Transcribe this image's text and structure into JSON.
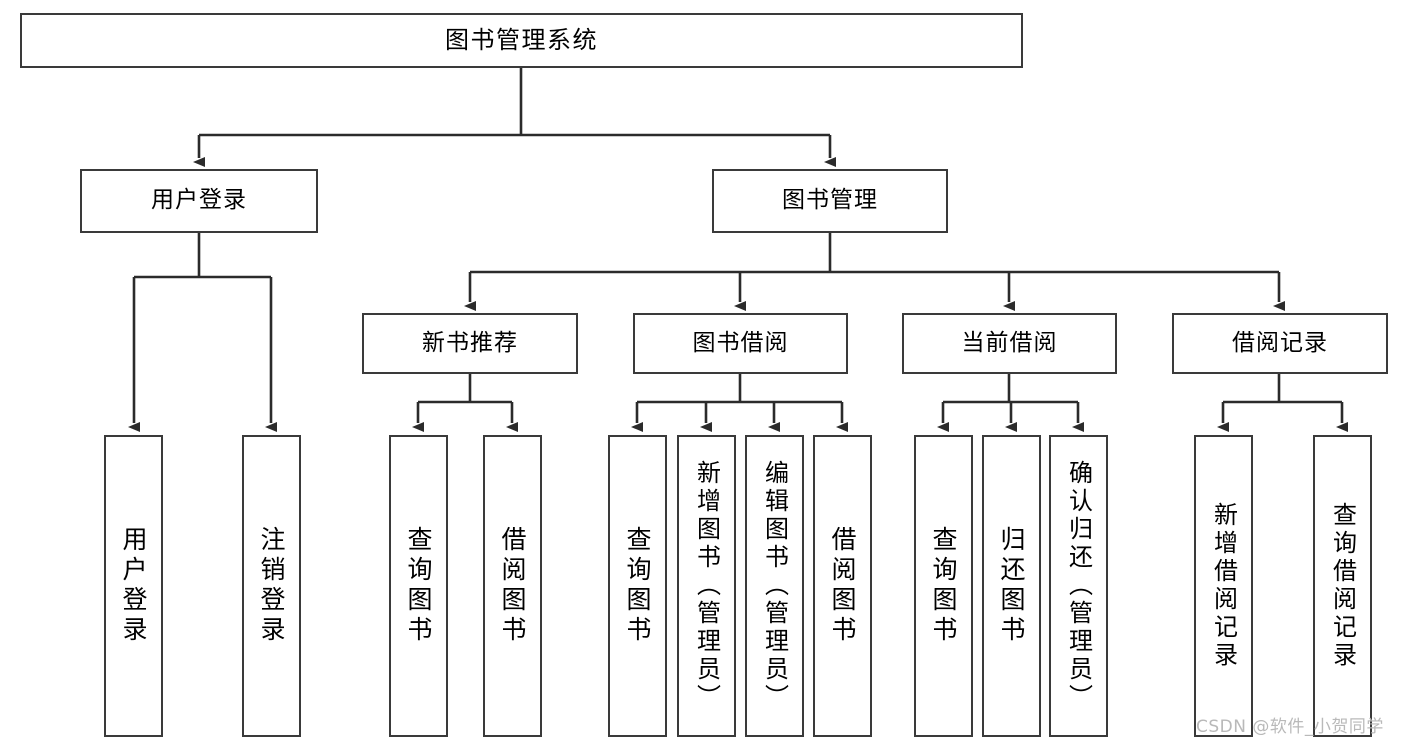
{
  "diagram": {
    "title": "图书管理系统",
    "type": "tree-hierarchy",
    "orientation": "top-down",
    "colors": {
      "box_border": "#3a3a3a",
      "box_fill": "#ffffff",
      "connector": "#2b2b2b",
      "text": "#000000",
      "watermark": "#b9b9b9"
    }
  },
  "nodes": {
    "root": {
      "label": "图书管理系统"
    },
    "level2": [
      {
        "label": "用户登录"
      },
      {
        "label": "图书管理"
      }
    ],
    "level3": [
      {
        "label": "新书推荐"
      },
      {
        "label": "图书借阅"
      },
      {
        "label": "当前借阅"
      },
      {
        "label": "借阅记录"
      }
    ],
    "leaves": {
      "user_login": [
        {
          "label": "用户登录"
        },
        {
          "label": "注销登录"
        }
      ],
      "new_book_rec": [
        {
          "label": "查询图书"
        },
        {
          "label": "借阅图书"
        }
      ],
      "book_borrow": [
        {
          "label": "查询图书"
        },
        {
          "label": "新增图书（管理员）"
        },
        {
          "label": "编辑图书（管理员）"
        },
        {
          "label": "借阅图书"
        }
      ],
      "current_borrow": [
        {
          "label": "查询图书"
        },
        {
          "label": "归还图书"
        },
        {
          "label": "确认归还（管理员）"
        }
      ],
      "borrow_record": [
        {
          "label": "新增借阅记录"
        },
        {
          "label": "查询借阅记录"
        }
      ]
    }
  },
  "watermark": {
    "text": "CSDN @软件_小贺同学"
  }
}
